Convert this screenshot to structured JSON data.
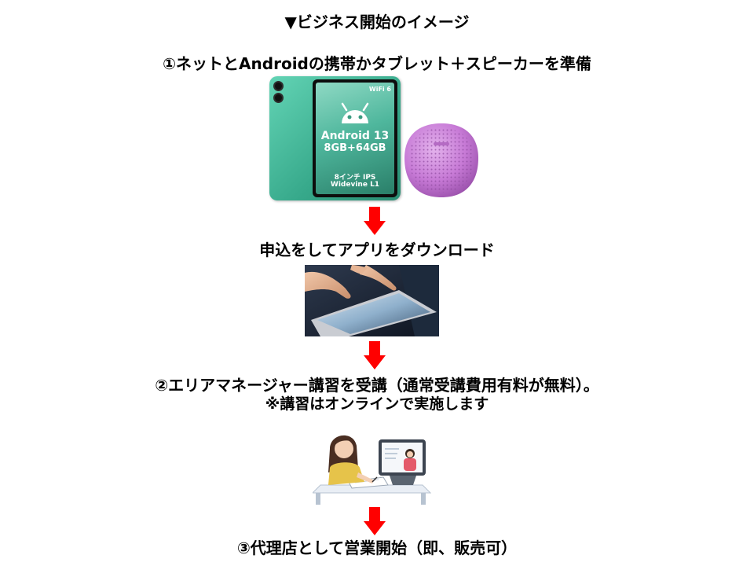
{
  "title": "▼ビジネス開始のイメージ",
  "step1": "①ネットとAndroidの携帯かタブレット＋スピーカーを準備",
  "tablet_specs": {
    "wifi": "WiFi 6",
    "os": "Android 13",
    "memory": "8GB+64GB",
    "screen": "8インチ IPS",
    "drm": "Widevine L1"
  },
  "step_apply": "申込をしてアプリをダウンロード",
  "step2": "②エリアマネージャー講習を受講（通常受講費用有料が無料）。",
  "step2_note": "※講習はオンラインで実施します",
  "step3": "③代理店として営業開始（即、販売可）",
  "colors": {
    "arrow": "#ff0000",
    "tablet": "#40b596",
    "speaker": "#c77ad6",
    "text": "#000000"
  },
  "icons": [
    "tablet-photo",
    "speaker-photo",
    "hand-tablet-photo",
    "online-lesson-illustration",
    "down-arrow-icon"
  ]
}
